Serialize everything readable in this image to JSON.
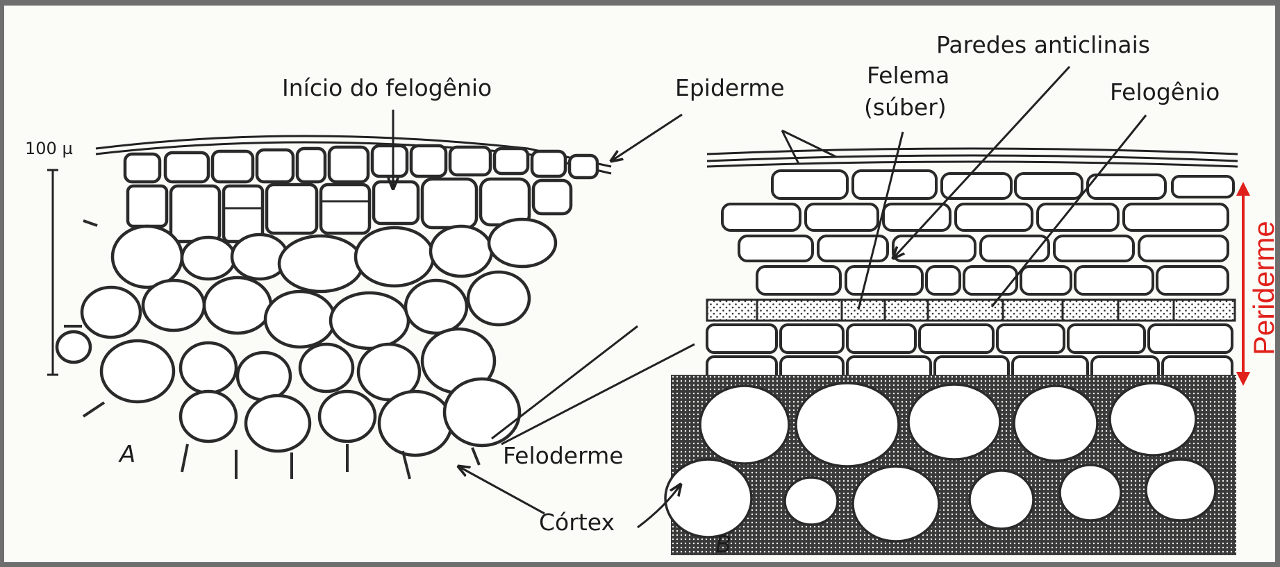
{
  "labels": {
    "inicio_felogenio": "Início do felogênio",
    "epiderme": "Epiderme",
    "felema": "Felema",
    "suber": "(súber)",
    "paredes_anticlinais": "Paredes anticlinais",
    "felogenio": "Felogênio",
    "feloderme": "Feloderme",
    "cortex": "Córtex",
    "periderme": "Periderme",
    "scale": "100 µ"
  },
  "panels": {
    "a": "A",
    "b": "B"
  },
  "colors": {
    "periderme_marker": "#e0201a",
    "ink": "#2a2a2a",
    "frame": "#6e6e6e"
  }
}
